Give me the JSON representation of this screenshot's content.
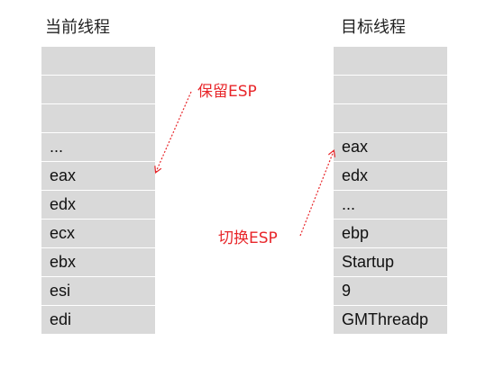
{
  "current_thread": {
    "title": "当前线程",
    "cells": [
      "",
      "",
      "",
      "...",
      "eax",
      "edx",
      "ecx",
      "ebx",
      "esi",
      "edi"
    ]
  },
  "target_thread": {
    "title": "目标线程",
    "cells": [
      "",
      "",
      "",
      "eax",
      "edx",
      "...",
      "ebp",
      "Startup",
      "9",
      "GMThreadp"
    ]
  },
  "annotations": {
    "save_esp": "保留ESP",
    "switch_esp": "切换ESP"
  },
  "colors": {
    "cell_fill": "#d9d9d9",
    "cell_divider": "#ffffff",
    "annotation": "#e8262a",
    "text": "#111111"
  }
}
